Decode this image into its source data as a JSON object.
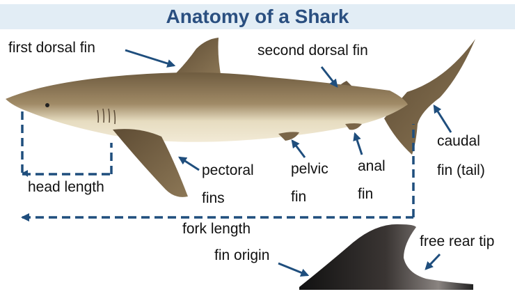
{
  "diagram": {
    "title": "Anatomy of a Shark",
    "labels": {
      "first_dorsal_fin": "first dorsal fin",
      "second_dorsal_fin": "second dorsal fin",
      "pectoral_fins_line1": "pectoral",
      "pectoral_fins_line2": "fins",
      "pelvic_fin_line1": "pelvic",
      "pelvic_fin_line2": "fin",
      "anal_fin_line1": "anal",
      "anal_fin_line2": "fin",
      "caudal_fin_line1": "caudal",
      "caudal_fin_line2": "fin (tail)",
      "head_length": "head length",
      "fork_length": "fork length",
      "fin_origin": "fin origin",
      "free_rear_tip": "free rear tip"
    }
  },
  "colors": {
    "title": "#2a4f80",
    "banner": "#e2edf5",
    "arrow": "#1f4e7d",
    "shark_back": "#7a6548",
    "shark_belly": "#efe5c8"
  }
}
